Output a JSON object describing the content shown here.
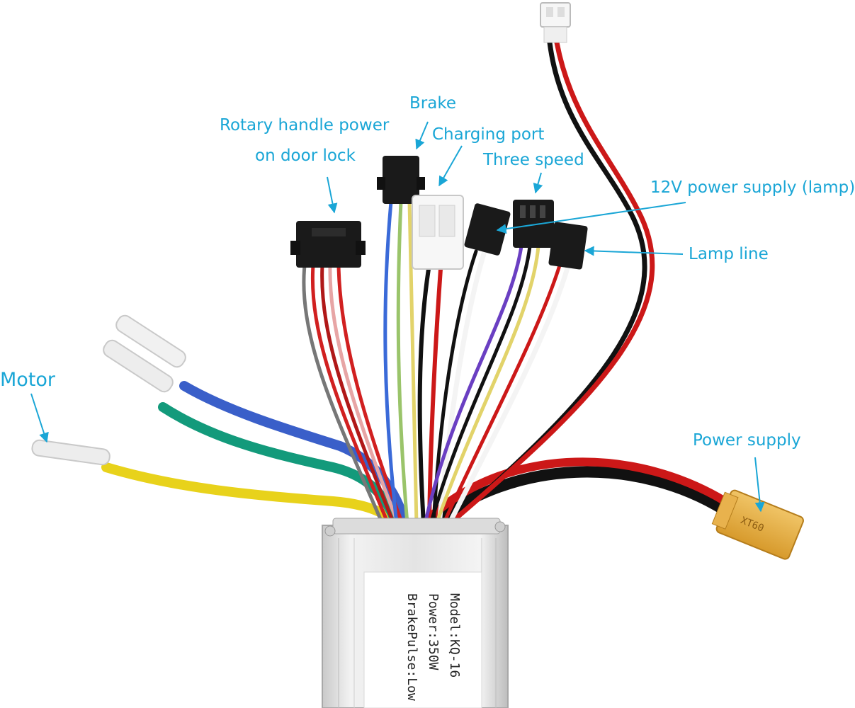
{
  "accent_color": "#1aa6d6",
  "labels": {
    "rotary_line1": "Rotary handle power",
    "rotary_line2": "on door lock",
    "brake": "Brake",
    "charging_port": "Charging port",
    "three_speed": "Three speed",
    "power_12v": "12V power supply (lamp)",
    "lamp_line": "Lamp line",
    "motor": "Motor",
    "power_supply": "Power supply"
  },
  "sticker": {
    "model": "Model:KQ-16",
    "power": "Power:350W",
    "brake_pulse": "BrakePulse:Low"
  },
  "connector_marking": "XT60"
}
